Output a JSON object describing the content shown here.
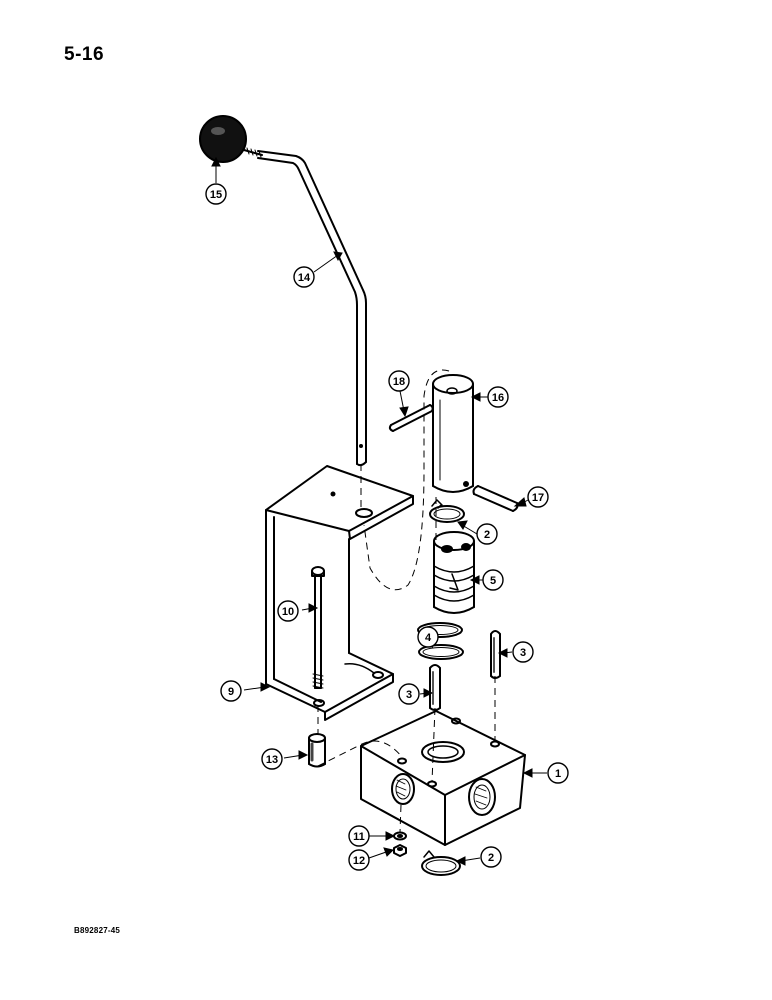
{
  "page_number": "5-16",
  "figure_code": "B892827-45",
  "callouts": {
    "c1": "1",
    "c2a": "2",
    "c2b": "2",
    "c3a": "3",
    "c3b": "3",
    "c4": "4",
    "c5": "5",
    "c9": "9",
    "c10": "10",
    "c11": "11",
    "c12": "12",
    "c13": "13",
    "c14": "14",
    "c15": "15",
    "c16": "16",
    "c17": "17",
    "c18": "18"
  }
}
